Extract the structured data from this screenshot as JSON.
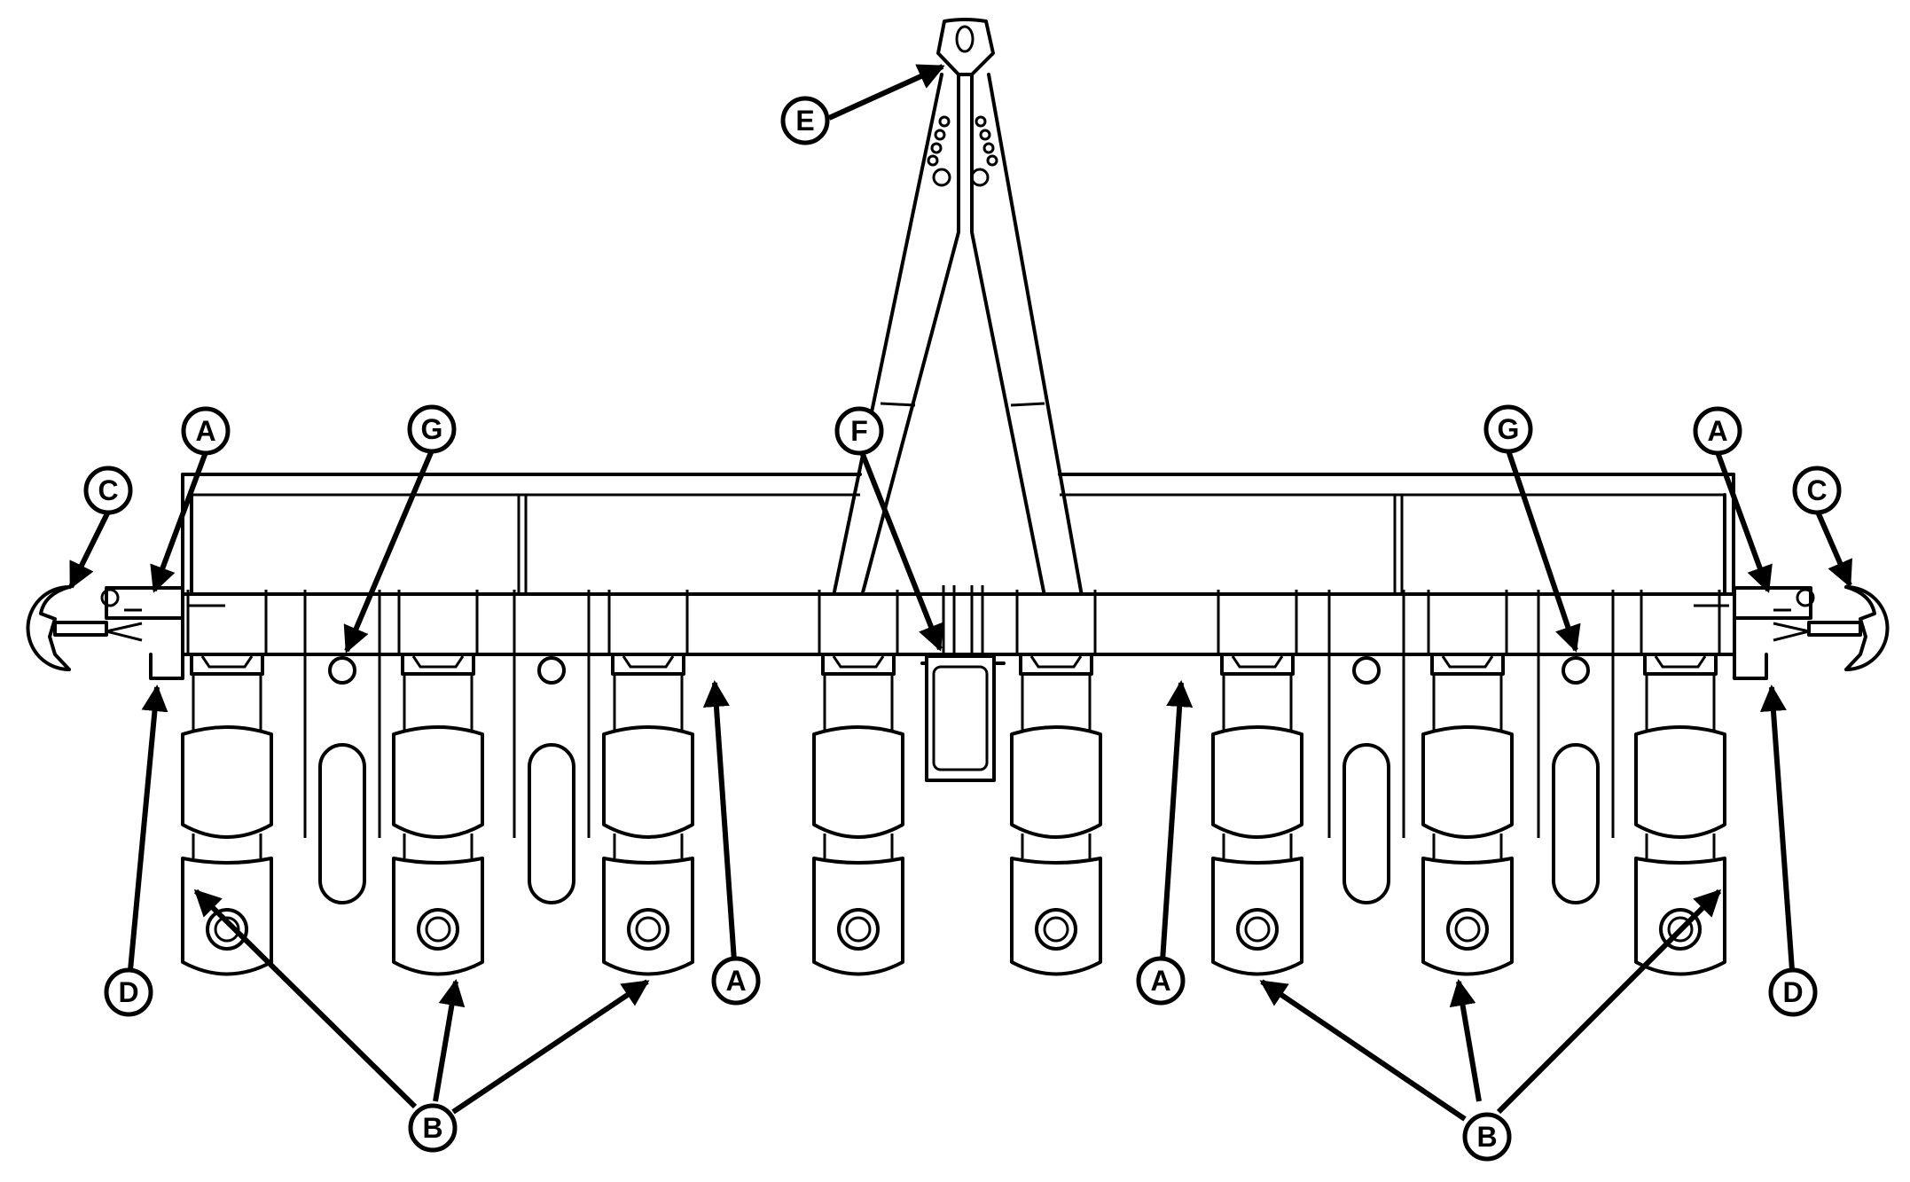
{
  "diagram": {
    "callouts": [
      {
        "id": "E1",
        "label": "E"
      },
      {
        "id": "C1",
        "label": "C"
      },
      {
        "id": "A1",
        "label": "A"
      },
      {
        "id": "G1",
        "label": "G"
      },
      {
        "id": "F1",
        "label": "F"
      },
      {
        "id": "G2",
        "label": "G"
      },
      {
        "id": "A2",
        "label": "A"
      },
      {
        "id": "C2",
        "label": "C"
      },
      {
        "id": "D1",
        "label": "D"
      },
      {
        "id": "A3",
        "label": "A"
      },
      {
        "id": "A4",
        "label": "A"
      },
      {
        "id": "D2",
        "label": "D"
      },
      {
        "id": "B1",
        "label": "B"
      },
      {
        "id": "B2",
        "label": "B"
      }
    ]
  }
}
